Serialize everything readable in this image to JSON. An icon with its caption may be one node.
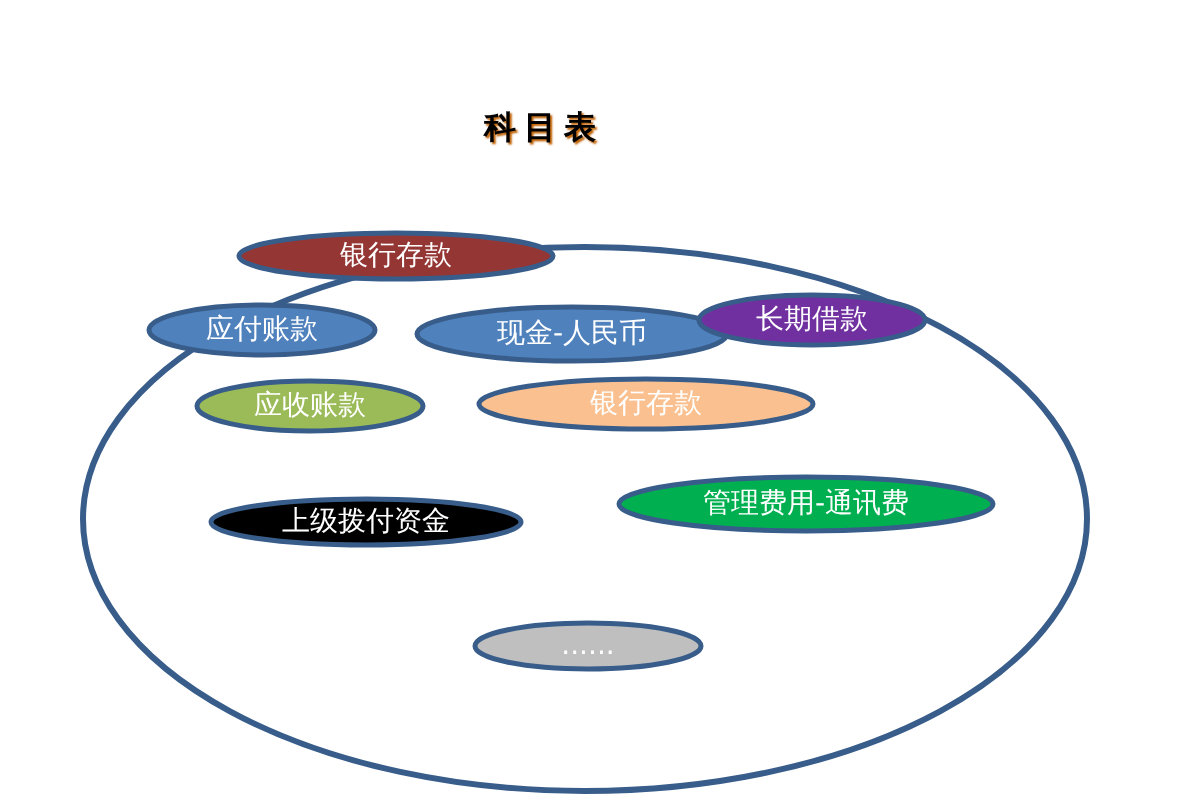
{
  "diagram": {
    "title": "科目表",
    "nodes": [
      {
        "text": [],
        "shape": "ellipse"
      },
      {
        "text": [
          "银行存款"
        ],
        "in": 0
      },
      {
        "text": [
          "应付账款"
        ],
        "in": 0
      },
      {
        "text": [
          "现金-人民币"
        ],
        "in": 0
      },
      {
        "text": [
          "长期借款"
        ],
        "in": 0
      },
      {
        "text": [
          "应收账款"
        ],
        "in": 0
      },
      {
        "text": [
          "银行存款"
        ],
        "in": 0
      },
      {
        "text": [
          "上级拨付资金"
        ],
        "in": 0
      },
      {
        "text": [
          "管理费用-通讯费"
        ],
        "in": 0
      },
      {
        "text": [
          "......"
        ],
        "in": 0
      }
    ]
  }
}
